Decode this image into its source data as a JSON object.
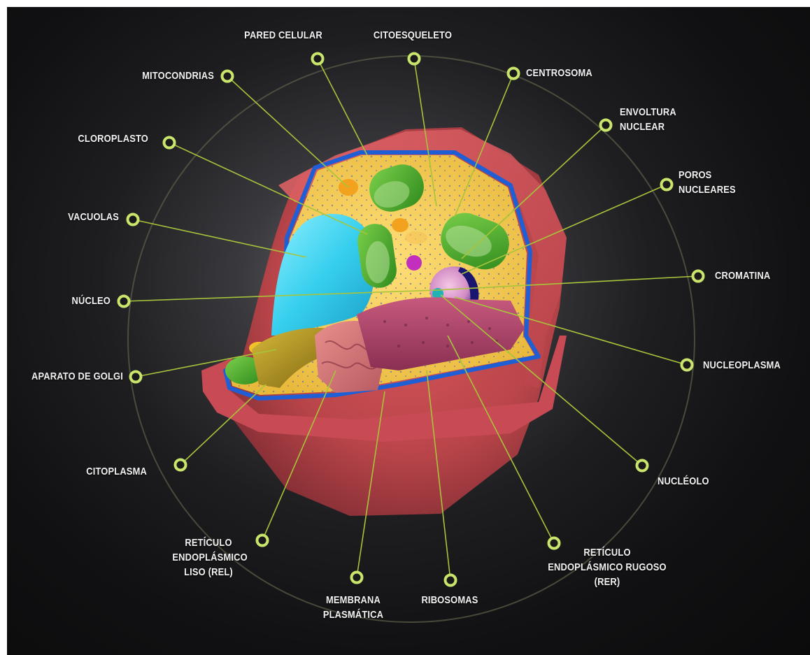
{
  "labels": {
    "pared_celular": "PARED CELULAR",
    "citoesqueleto": "CITOESQUELETO",
    "mitocondrias": "MITOCONDRIAS",
    "centrosoma": "CENTROSOMA",
    "cloroplasto": "CLOROPLASTO",
    "envoltura_nuclear": "ENVOLTURA\nNUCLEAR",
    "poros_nucleares": "POROS\nNUCLEARES",
    "vacuolas": "VACUOLAS",
    "cromatina": "CROMATINA",
    "nucleo": "NÚCLEO",
    "nucleoplasma": "NUCLEOPLASMA",
    "aparato_de_golgi": "APARATO DE GOLGI",
    "citoplasma": "CITOPLASMA",
    "nucleolo": "NUCLÉOLO",
    "rel": "RETÍCULO\nENDOPLÁSMICO\nLISO (REL)",
    "rer": "RETÍCULO\nENDOPLÁSMICO RUGOSO\n(RER)",
    "membrana_plasmatica": "MEMBRANA\nPLASMÁTICA",
    "ribosomas": "RIBOSOMAS"
  },
  "colors": {
    "background": "#111113",
    "leader_line": "#a7c43a",
    "marker_ring": "#c9e56b",
    "outer_circle": "#6b6d52",
    "cell_wall": "#c9484f",
    "membrane": "#1f5fd6",
    "cytoplasm": "#f2c94c",
    "vacuole": "#39d3f0",
    "chloroplast": "#58b531",
    "nucleus": "#24207a",
    "rer": "#a63f62",
    "golgi": "#a88a1e"
  }
}
